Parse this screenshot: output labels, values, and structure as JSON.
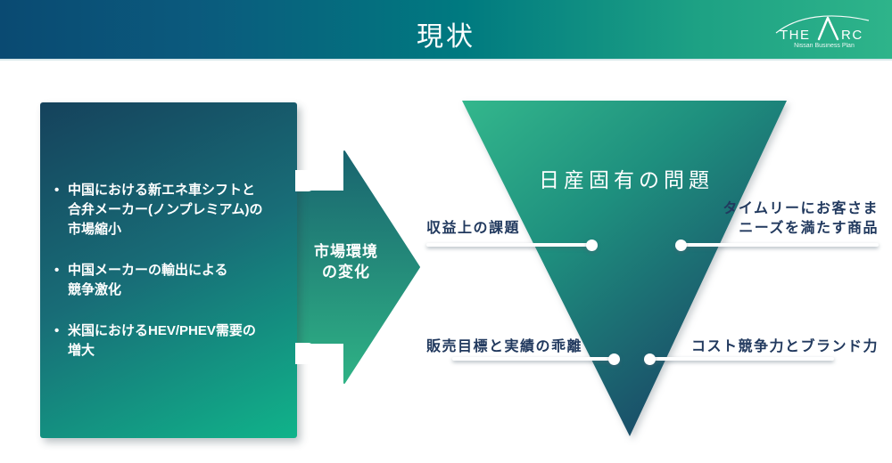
{
  "header": {
    "title": "現状",
    "logo": {
      "word_the": "THE",
      "word_rc": "RC",
      "subtitle": "Nissan Business Plan"
    }
  },
  "left_box": {
    "bullets": [
      "中国における新エネ車シフトと\n合弁メーカー(ノンプレミアム)の\n市場縮小",
      "中国メーカーの輸出による\n競争激化",
      "米国におけるHEV/PHEV需要の\n増大"
    ]
  },
  "arrow": {
    "label": "市場環境\nの変化"
  },
  "triangle": {
    "title": "日産固有の問題"
  },
  "callouts": {
    "top_left": "収益上の課題",
    "top_right": "タイムリーにお客さま\nニーズを満たす商品",
    "bottom_left": "販売目標と実績の乖離",
    "bottom_right": "コスト競争力とブランド力"
  },
  "colors": {
    "header_gradient_start": "#0a4a72",
    "header_gradient_mid": "#007a80",
    "header_gradient_end": "#2eb48a",
    "box_gradient_top": "#15425c",
    "box_gradient_bottom": "#10b38a",
    "arrow_gradient_top": "#19646f",
    "arrow_gradient_bottom": "#2fb285",
    "triangle_gradient_start": "#33b78c",
    "triangle_gradient_end": "#1a4c68",
    "callout_text": "#21395e",
    "text_on_dark": "#ffffff"
  }
}
